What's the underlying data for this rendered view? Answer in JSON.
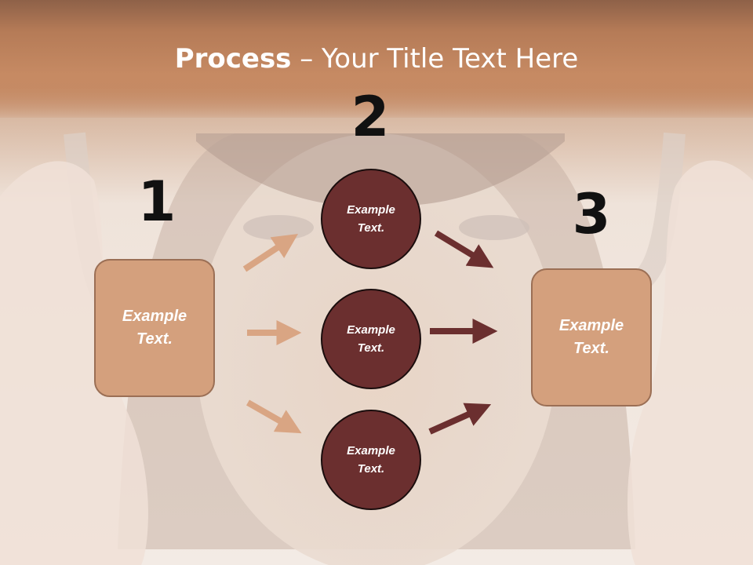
{
  "title": {
    "bold": "Process",
    "rest": " – Your Title Text Here"
  },
  "steps": {
    "step1": "1",
    "step2": "2",
    "step3": "3"
  },
  "nodes": {
    "left_box": "Example Text.",
    "circle_top": "Example Text.",
    "circle_middle": "Example Text.",
    "circle_bottom": "Example Text.",
    "right_box": "Example Text."
  },
  "colors": {
    "title_bar": "#c68a63",
    "box_fill": "#d4a07d",
    "circle_fill": "#6b2f2f",
    "arrow_light": "#d9a583",
    "arrow_dark": "#6b2f2f"
  }
}
